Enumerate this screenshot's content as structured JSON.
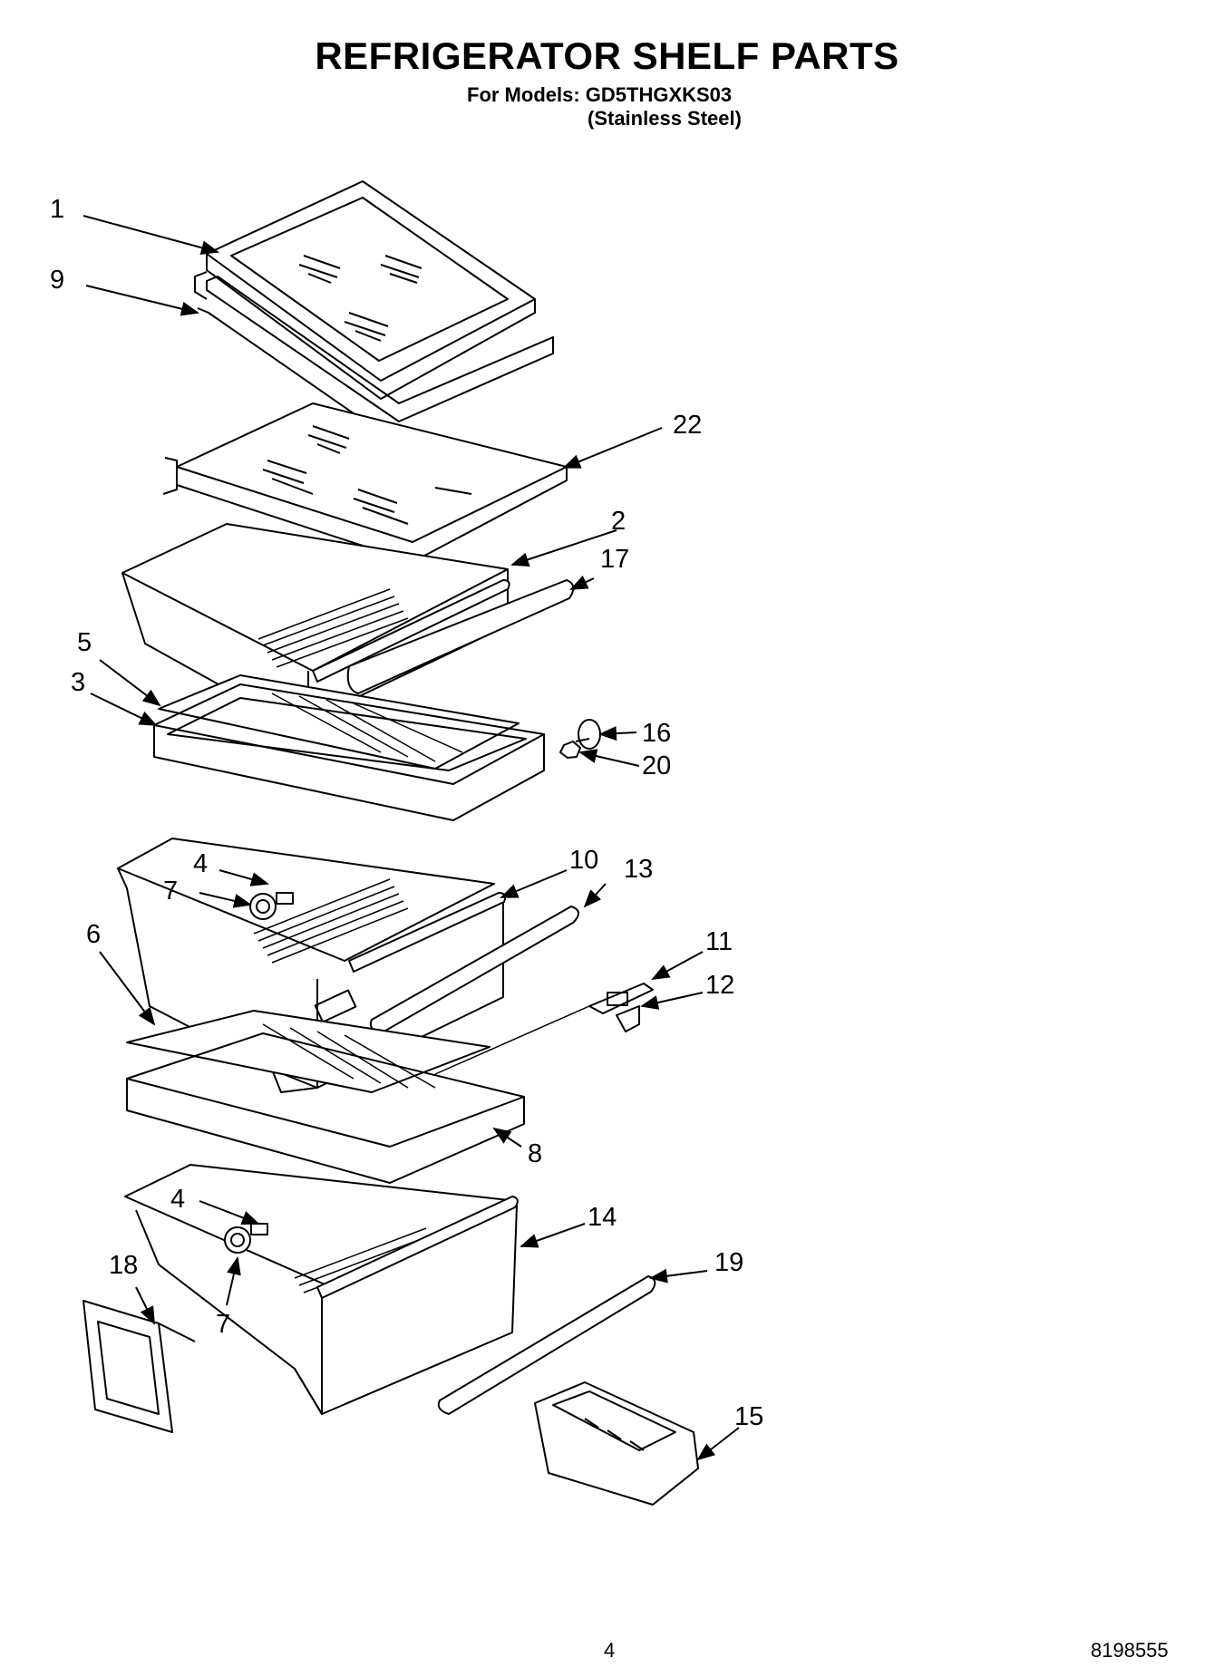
{
  "header": {
    "title": "REFRIGERATOR SHELF PARTS",
    "models_line": "For Models: GD5THGXKS03",
    "finish_line": "(Stainless Steel)"
  },
  "callouts": {
    "c1": "1",
    "c9": "9",
    "c22": "22",
    "c2": "2",
    "c17": "17",
    "c5": "5",
    "c3": "3",
    "c16": "16",
    "c20": "20",
    "c4a": "4",
    "c7a": "7",
    "c10": "10",
    "c13": "13",
    "c6": "6",
    "c11": "11",
    "c12": "12",
    "c8": "8",
    "c4b": "4",
    "c14": "14",
    "c18": "18",
    "c19": "19",
    "c7b": "7",
    "c15": "15"
  },
  "footer": {
    "page_number": "4",
    "doc_number": "8198555"
  }
}
